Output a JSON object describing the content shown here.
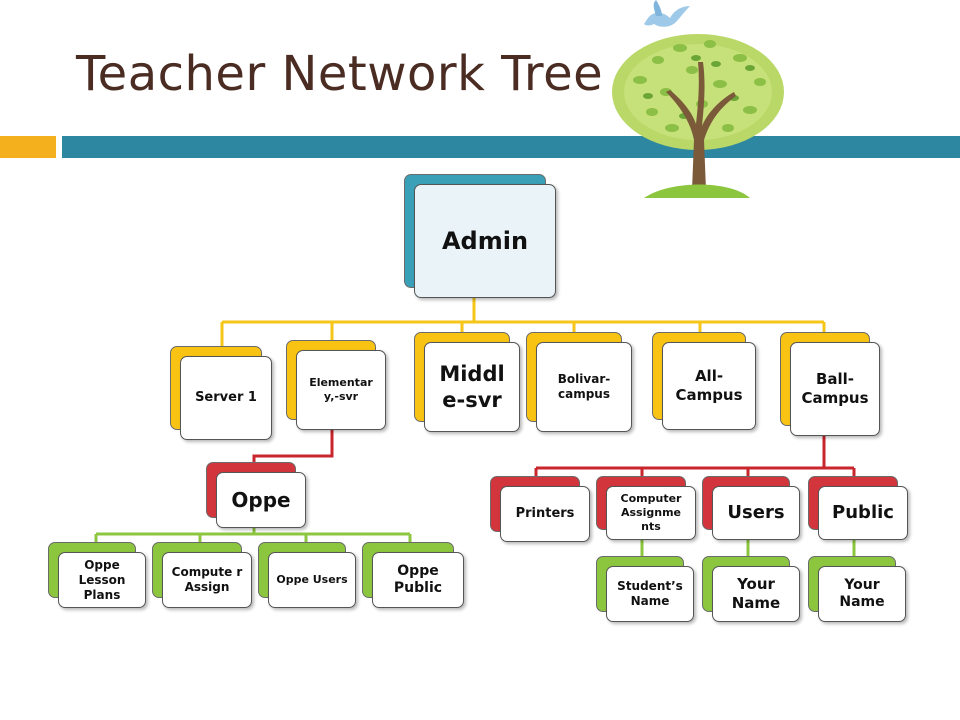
{
  "title": "Teacher Network Tree",
  "colors": {
    "title": "#4a2c23",
    "header_bar_orange": "#f5b01e",
    "header_bar_teal": "#2e87a0",
    "connector_yellow": "#f5c518",
    "connector_red": "#c8252c",
    "connector_green": "#8cc63f"
  },
  "illustration": {
    "icon": "tree-with-bird-icon"
  },
  "tree": {
    "admin": "Admin",
    "server1": "Server 1",
    "elementary": "Elementar y,-svr",
    "middle": "Middl e-svr",
    "bolivar": "Bolivar- campus",
    "all_campus": "All- Campus",
    "ball_campus": "Ball- Campus",
    "oppe": "Oppe",
    "oppe_lesson_plans": "Oppe Lesson Plans",
    "oppe_computer_assign": "Compute r Assign",
    "oppe_users": "Oppe Users",
    "oppe_public": "Oppe Public",
    "printers": "Printers",
    "computer_assignments": "Computer Assignme nts",
    "users": "Users",
    "public": "Public",
    "students_name": "Student’s Name",
    "your_name_users": "Your Name",
    "your_name_public": "Your Name"
  }
}
